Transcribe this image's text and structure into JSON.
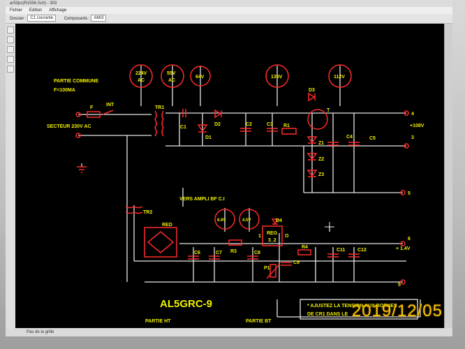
{
  "window": {
    "title": "ar53pc(R1556.Sch) - 303"
  },
  "menu": {
    "items": [
      "Fichier",
      "Edition",
      "Affichage"
    ]
  },
  "toolbar": {
    "dossier_label": "Dossier :",
    "dossier_value": "C1 courante",
    "composants_label": "Composants :",
    "composants_value": "AMI3"
  },
  "status": {
    "text": "Pas de la grille"
  },
  "schematic": {
    "header_title": "PARTIE COMMUNE",
    "header_sub": "F=100MA",
    "voltages": {
      "v224": "224V",
      "v224_sub": "AC",
      "v55": "55V",
      "v55_sub": "AC",
      "v64": "64V",
      "v135": "135V",
      "v112": "112V",
      "v69": "6.9V",
      "v45": "4.5V"
    },
    "labels": {
      "fuse": "F",
      "switch": "INT",
      "mains": "SECTEUR 230V AC",
      "tr1": "TR1",
      "c1": "C1",
      "d1": "D1",
      "d2": "D2",
      "c2": "C2",
      "c3": "C3",
      "r1": "R1",
      "d3": "D3",
      "t": "T",
      "z1": "Z1",
      "z2": "Z2",
      "z3": "Z3",
      "c4": "C4",
      "c5": "C5",
      "out4": "4",
      "out4_v": "+108V",
      "out3": "3",
      "out5a": "5",
      "tr2": "TR2",
      "red": "RED",
      "vers": "VERS AMPLI BF C.I",
      "d4": "D4",
      "reg": "REG",
      "reg_v": "3_2",
      "reg_1": "1",
      "reg_o": "O",
      "r3": "R3",
      "c6": "C6",
      "c7": "C7",
      "c8": "C8",
      "r4": "R4",
      "c9": "C9",
      "c11": "C11",
      "c12": "C12",
      "p1": "P1",
      "out6": "6",
      "out6_v": "+ 1.4V",
      "out5b": "5",
      "model": "AL5GRC-9",
      "note1": "* AJUSTEZ LA TENSION AUX BORNES",
      "note2": "DE CR1 DANS LE",
      "part_ht": "PARTIE HT",
      "part_bt": "PARTIE BT"
    }
  },
  "date_stamp": "2019/12/05",
  "colors": {
    "wire": "#e8e8e8",
    "component": "#ff2a2a",
    "text": "#f0f000",
    "canvas": "#000000"
  }
}
